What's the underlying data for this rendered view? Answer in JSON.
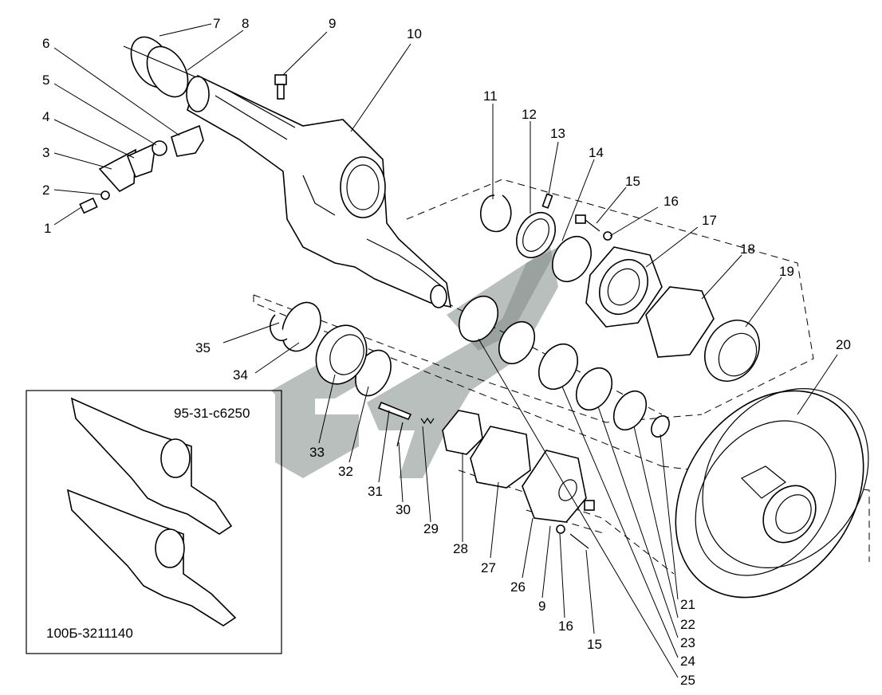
{
  "labels": [
    "1",
    "2",
    "3",
    "4",
    "5",
    "6",
    "7",
    "8",
    "9",
    "10",
    "11",
    "12",
    "13",
    "14",
    "15",
    "16",
    "17",
    "18",
    "19",
    "20",
    "21",
    "22",
    "23",
    "24",
    "25",
    "26",
    "27",
    "28",
    "29",
    "30",
    "31",
    "32",
    "33",
    "34",
    "35",
    "9",
    "16",
    "15"
  ],
  "inset": {
    "label_top": "95-31-с6250",
    "label_bottom": "100Б-3211140"
  },
  "colors": {
    "line": "#000000",
    "watermark": "#7f8a86",
    "background": "#ffffff"
  }
}
